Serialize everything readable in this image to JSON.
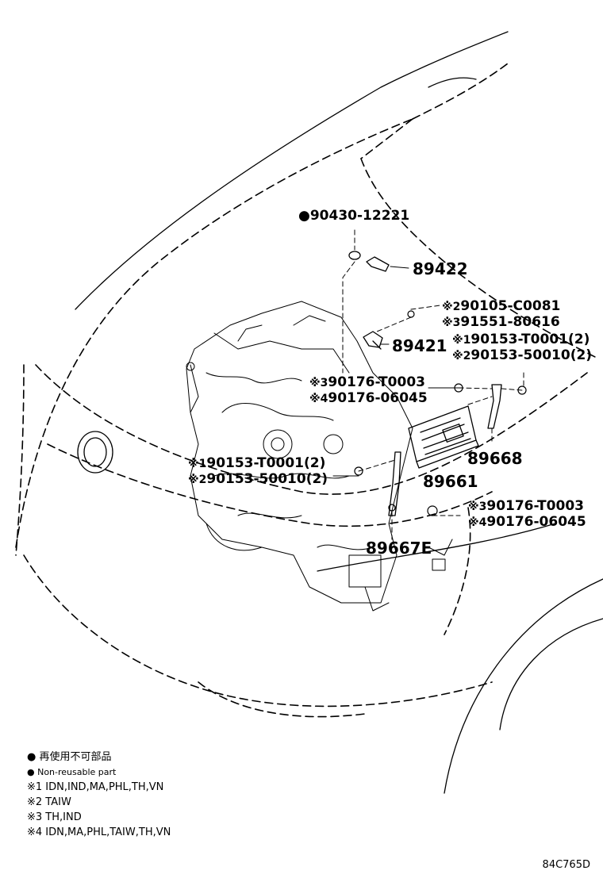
{
  "parts": {
    "p90430": "90430-12221",
    "p89422": "89422",
    "p90105": "90105-C0081",
    "p91551": "91551-80616",
    "p89421": "89421",
    "p90153_t_r": "90153-T0001(2)",
    "p90153_5_r": "90153-50010(2)",
    "p90176_t_u": "90176-T0003",
    "p90176_0_u": "90176-06045",
    "p89668": "89668",
    "p90153_t_l": "90153-T0001(2)",
    "p90153_5_l": "90153-50010(2)",
    "p89661": "89661",
    "p90176_t_d": "90176-T0003",
    "p90176_0_d": "90176-06045",
    "p89667e": "89667E"
  },
  "marks": {
    "dot": "●",
    "n1": "※1",
    "n2": "※2",
    "n3": "※3",
    "n4": "※4"
  },
  "legend": {
    "dot_jp": "● 再使用不可部品",
    "dot_en": "● Non-reusable part",
    "n1": "※1  IDN,IND,MA,PHL,TH,VN",
    "n2": "※2  TAIW",
    "n3": "※3  TH,IND",
    "n4": "※4  IDN,MA,PHL,TAIW,TH,VN"
  },
  "diagram_code": "84C765D"
}
